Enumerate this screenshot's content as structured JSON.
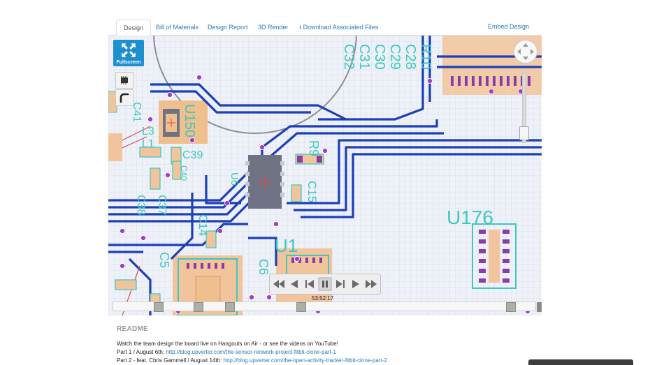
{
  "tabs": {
    "design": "Design",
    "bom": "Bill of Materials",
    "report": "Design Report",
    "render3d": "3D Render",
    "download": "Download Associated Files",
    "embed": "Embed Design"
  },
  "viewer": {
    "fullscreen_label": "Fullscreen",
    "time_label": "53:52:17",
    "components": {
      "u150": "U150",
      "u176": "U176",
      "u1": "U1",
      "u6": "U6",
      "r9": "R9",
      "c39": "C39",
      "c40": "C40",
      "c37": "C37",
      "c38": "C38",
      "c14": "C14",
      "c15": "C15",
      "c5": "C5",
      "c6": "C6",
      "l3": "L3",
      "l1": "L1",
      "c41": "C41",
      "r10": "R10",
      "c28": "C28",
      "c29": "C29",
      "c30": "C30",
      "c31": "C31",
      "c32": "C32"
    }
  },
  "readme": {
    "title": "README",
    "intro": "Watch the team design the board live on Hangouts on Air - or see the videos on YouTube!",
    "part1_prefix": "Part 1 / August 6th: ",
    "part1_link": "http://blog.upverter.com/the-sensor-network-project-fitbit-clone-part-1",
    "part2_prefix": "Part 2 - feat. Chris Gammell / August 14th: ",
    "part2_link": "http://blog.upverter.com/the-open-activity-tracker-fitbit-clone-part-2"
  },
  "colors": {
    "trace": "#1b3fb8",
    "silkscreen": "#3cc8c0",
    "pad": "#f2c49b",
    "via": "#a03cc8",
    "link": "#2a7ab8"
  }
}
